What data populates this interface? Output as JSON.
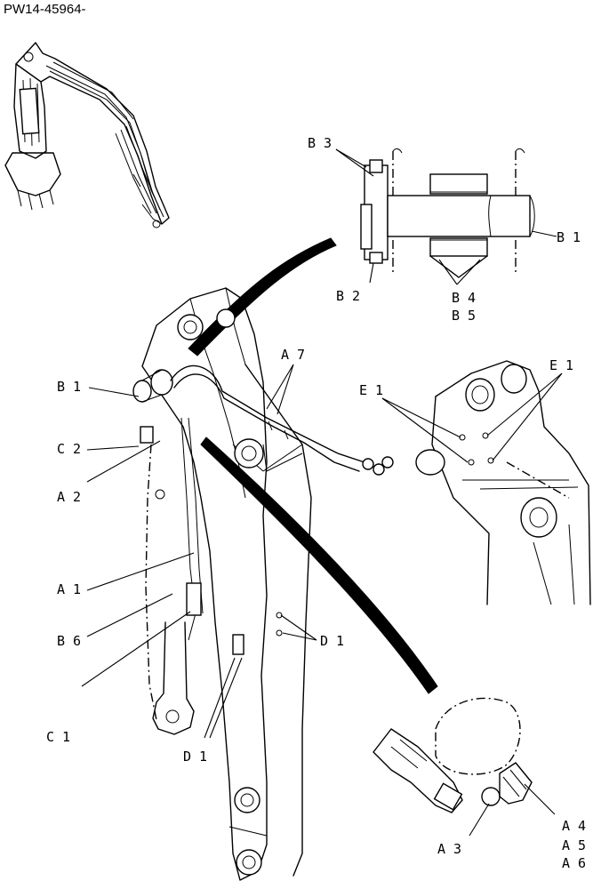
{
  "document_id": "PW14-45964-",
  "callouts": {
    "b3": "B 3",
    "b1_detail": "B 1",
    "b2": "B 2",
    "b4": "B 4",
    "b5": "B 5",
    "a7": "A 7",
    "e1_left": "E 1",
    "e1_right": "E 1",
    "b1_main": "B 1",
    "c2": "C 2",
    "a2": "A 2",
    "a1": "A 1",
    "b6": "B 6",
    "d1_right": "D 1",
    "c1": "C 1",
    "d1_bottom": "D 1",
    "a3": "A 3",
    "a4": "A 4",
    "a5": "A 5",
    "a6": "A 6"
  }
}
